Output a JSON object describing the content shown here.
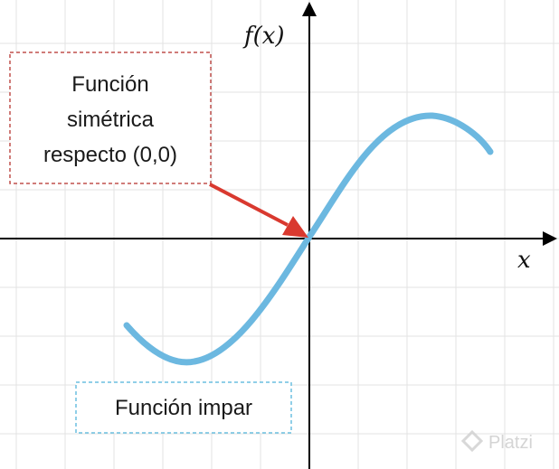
{
  "axes": {
    "y_label": "f(x)",
    "x_label": "x"
  },
  "annotations": {
    "symmetric": {
      "lines": [
        "Función",
        "simétrica",
        "respecto (0,0)"
      ],
      "border_color": "#c0504d",
      "arrow_color": "#d9392f"
    },
    "odd_function": {
      "text": "Función impar",
      "border_color": "#6bbfe0"
    }
  },
  "curve": {
    "color": "#6cb8e0",
    "shape": "odd sine-like curve through origin"
  },
  "watermark": {
    "text": "Platzi",
    "icon": "platzi-logo-icon"
  },
  "colors": {
    "grid": "#e3e3e3",
    "axis": "#000000"
  }
}
